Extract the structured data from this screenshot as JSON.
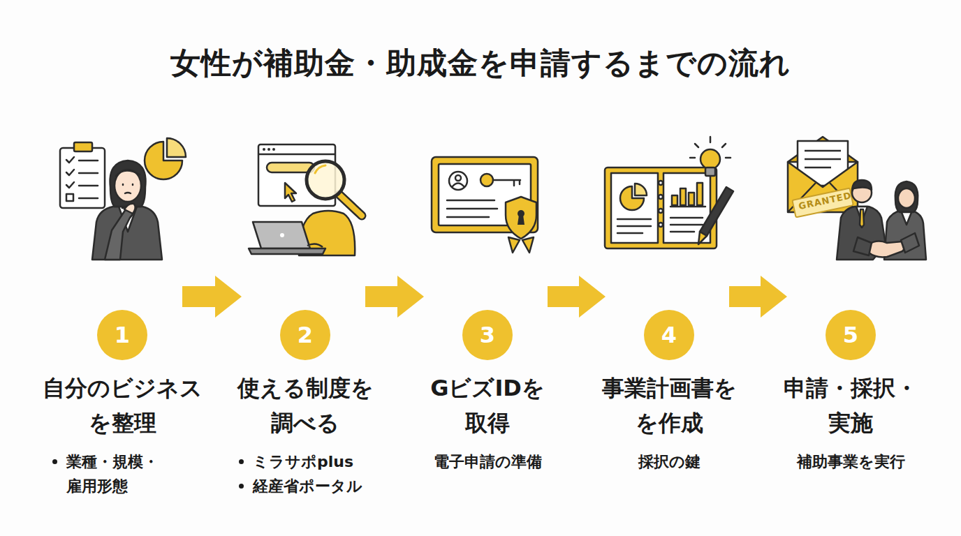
{
  "diagram": {
    "title": "女性が補助金・助成金を申請するまでの流れ",
    "nodes": [
      {
        "text": [
          "1",
          "自分のビジネス を整理",
          "業種・規模・ 雇用形態"
        ]
      },
      {
        "text": [
          "2",
          "使える制度を 調べる",
          "ミラサポplus",
          "経産省ポータル"
        ]
      },
      {
        "text": [
          "3",
          "GビズIDを 取得",
          "電子申請の準備"
        ]
      },
      {
        "text": [
          "4",
          "事業計画書を を作成",
          "採択の鍵"
        ]
      },
      {
        "text": [
          "5",
          "申請・採択・ 実施",
          "補助事業を実行"
        ]
      }
    ],
    "edges": [
      {
        "from": 0,
        "to": 1,
        "arrow": "to"
      },
      {
        "from": 1,
        "to": 2,
        "arrow": "to"
      },
      {
        "from": 2,
        "to": 3,
        "arrow": "to"
      },
      {
        "from": 3,
        "to": 4,
        "arrow": "to"
      }
    ],
    "labels": [
      "GRANTED"
    ]
  }
}
